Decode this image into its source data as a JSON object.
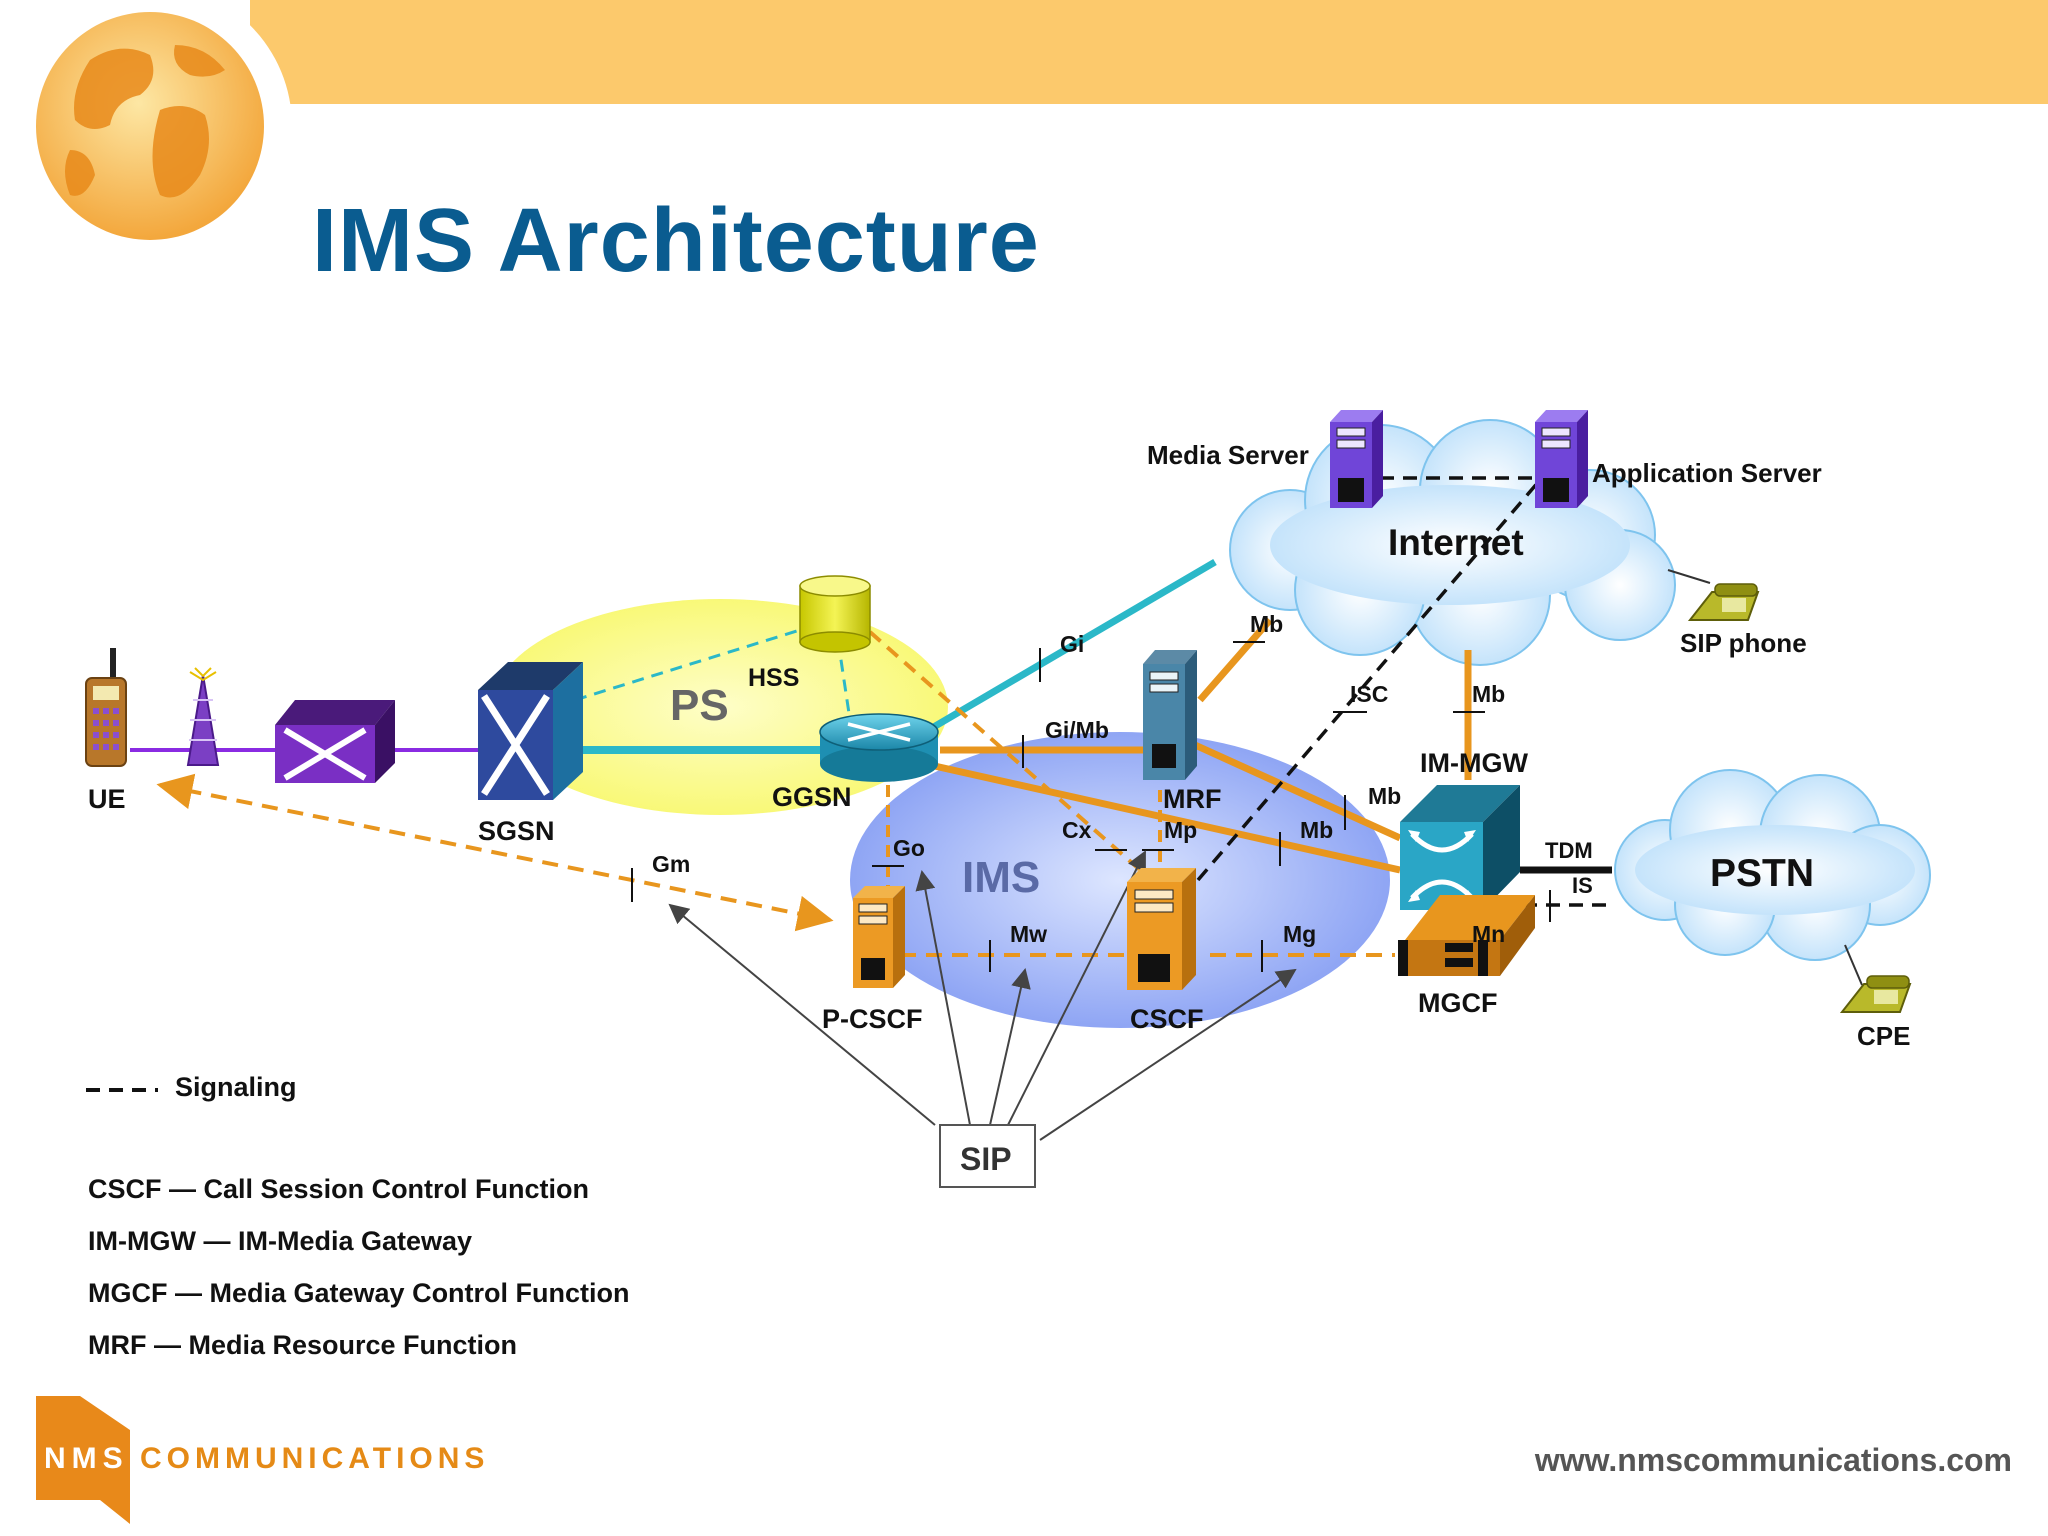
{
  "slide": {
    "title": "IMS Architecture",
    "url": "www.nmscommunications.com",
    "logo": {
      "prefix": "NMS",
      "suffix": "COMMUNICATIONS"
    }
  },
  "regions": {
    "ps": "PS",
    "ims": "IMS",
    "internet": "Internet",
    "pstn": "PSTN"
  },
  "nodes": {
    "ue": "UE",
    "sgsn": "SGSN",
    "ggsn": "GGSN",
    "hss": "HSS",
    "mrf": "MRF",
    "pcscf": "P-CSCF",
    "cscf": "CSCF",
    "mgcf": "MGCF",
    "immgw": "IM-MGW",
    "media_server": "Media Server",
    "app_server": "Application Server",
    "sip_phone": "SIP phone",
    "cpe": "CPE",
    "sip": "SIP"
  },
  "interfaces": {
    "gi": "Gi",
    "gimb": "Gi/Mb",
    "mb1": "Mb",
    "mb2": "Mb",
    "mb3": "Mb",
    "mb4": "Mb",
    "isc": "ISC",
    "cx": "Cx",
    "mp": "Mp",
    "go": "Go",
    "gm": "Gm",
    "mw": "Mw",
    "mg": "Mg",
    "mn": "Mn",
    "tdm": "TDM",
    "isup": "IS"
  },
  "legend": {
    "signaling": "Signaling",
    "items": [
      "CSCF — Call Session Control Function",
      "IM-MGW — IM-Media Gateway",
      "MGCF — Media Gateway Control Function",
      "MRF — Media Resource Function"
    ]
  },
  "colors": {
    "banner": "#fcc96c",
    "title": "#0a5c90",
    "media_link": "#e8961e",
    "packet_link": "#2bb8c8",
    "access_link": "#8a2be2",
    "ps_region": "#fbfba0",
    "ims_region": "#8fa8f5",
    "cloud": "#cde9fb"
  }
}
